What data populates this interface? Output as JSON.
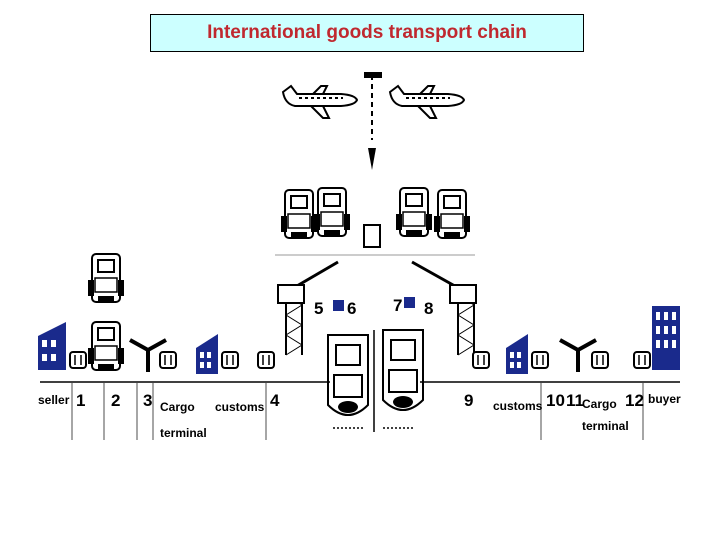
{
  "title": "International goods transport chain",
  "colors": {
    "title_text": "#c0282f",
    "title_bg": "#ccffff",
    "building": "#1a2a8c"
  },
  "stages": {
    "s1": "1",
    "s2": "2",
    "s3": "3",
    "s4": "4",
    "s5": "5",
    "s6": "6",
    "s7": "7",
    "s8": "8",
    "s9": "9",
    "s10": "10",
    "s11": "11",
    "s12": "12"
  },
  "labels": {
    "seller": "seller",
    "buyer": "buyer",
    "cargo_left": "Cargo",
    "terminal_left": "terminal",
    "customs_left": "customs",
    "customs_right": "customs",
    "cargo_right": "Cargo",
    "terminal_right": "terminal"
  },
  "icons": [
    "airplane-icon",
    "truck-icon",
    "crane-icon",
    "ship-icon",
    "building-icon",
    "warehouse-icon",
    "container-icon"
  ]
}
